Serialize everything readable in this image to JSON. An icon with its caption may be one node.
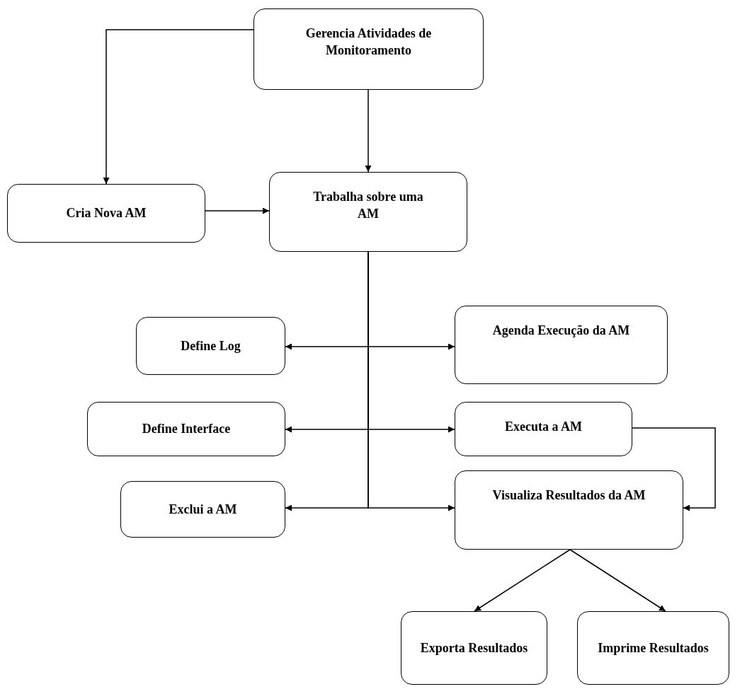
{
  "diagram": {
    "nodes": [
      {
        "text": [
          "Gerencia Atividades de Monitoramento"
        ]
      },
      {
        "text": [
          "Cria Nova AM"
        ]
      },
      {
        "text": [
          "Trabalha sobre uma AM"
        ]
      },
      {
        "text": [
          "Define Log"
        ]
      },
      {
        "text": [
          "Agenda Execução da AM"
        ]
      },
      {
        "text": [
          "Define Interface"
        ]
      },
      {
        "text": [
          "Executa a AM"
        ]
      },
      {
        "text": [
          "Exclui a AM"
        ]
      },
      {
        "text": [
          "Visualiza Resultados da AM"
        ]
      },
      {
        "text": [
          "Exporta Resultados"
        ]
      },
      {
        "text": [
          "Imprime Resultados"
        ]
      }
    ],
    "edges": [
      {
        "from": 0,
        "to": 1,
        "arrow": "to"
      },
      {
        "from": 0,
        "to": 2,
        "arrow": "to"
      },
      {
        "from": 1,
        "to": 2,
        "arrow": "to"
      },
      {
        "from": 2,
        "to": 3,
        "arrow": "to"
      },
      {
        "from": 2,
        "to": 4,
        "arrow": "to"
      },
      {
        "from": 2,
        "to": 5,
        "arrow": "to"
      },
      {
        "from": 2,
        "to": 6,
        "arrow": "to"
      },
      {
        "from": 2,
        "to": 7,
        "arrow": "to"
      },
      {
        "from": 2,
        "to": 8,
        "arrow": "to"
      },
      {
        "from": 6,
        "to": 8,
        "arrow": "to"
      },
      {
        "from": 8,
        "to": 9,
        "arrow": "to"
      },
      {
        "from": 8,
        "to": 10,
        "arrow": "to"
      }
    ]
  }
}
